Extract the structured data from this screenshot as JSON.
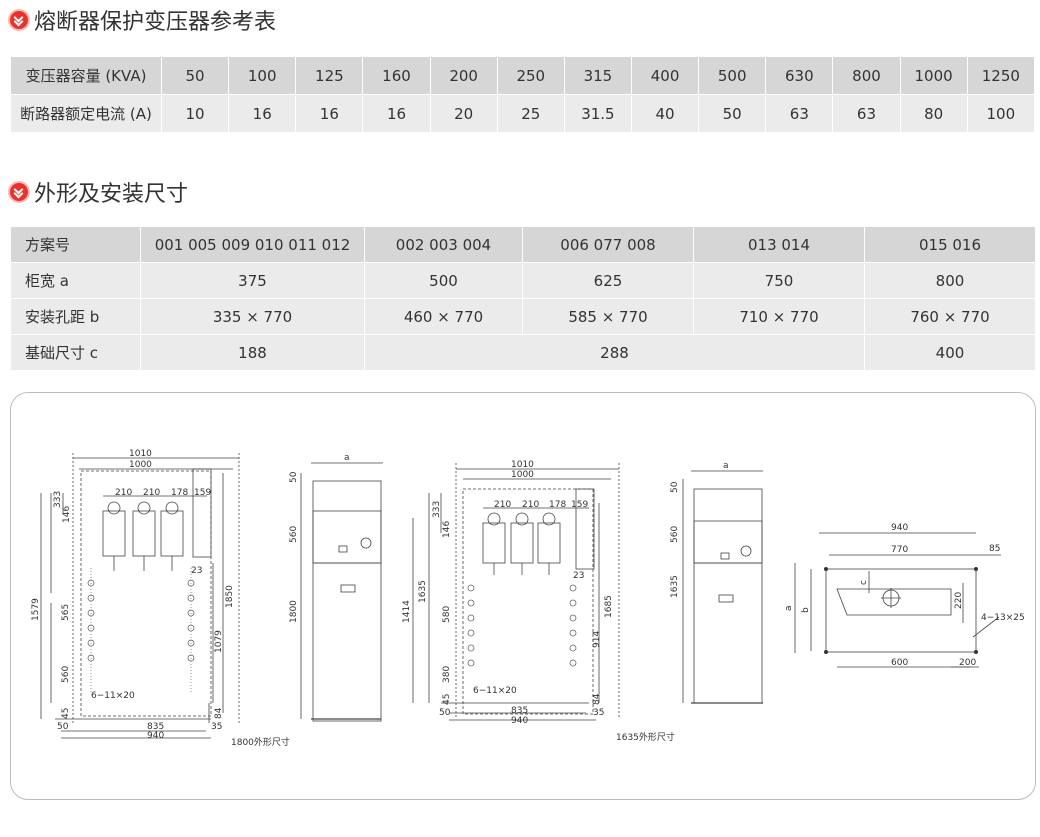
{
  "section1": {
    "title": "熔断器保护变压器参考表"
  },
  "table1": {
    "header_label": "变压器容量 (KVA)",
    "row_label": "断路器额定电流 (A)",
    "capacities": [
      "50",
      "100",
      "125",
      "160",
      "200",
      "250",
      "315",
      "400",
      "500",
      "630",
      "800",
      "1000",
      "1250"
    ],
    "currents": [
      "10",
      "16",
      "16",
      "16",
      "20",
      "25",
      "31.5",
      "40",
      "50",
      "63",
      "63",
      "80",
      "100"
    ]
  },
  "section2": {
    "title": "外形及安装尺寸"
  },
  "table2": {
    "header_label": "方案号",
    "columns": [
      "001 005 009 010 011 012",
      "002 003 004",
      "006 077 008",
      "013 014",
      "015 016"
    ],
    "width_label": "柜宽 a",
    "widths": [
      "375",
      "500",
      "625",
      "750",
      "800"
    ],
    "hole_label": "安装孔距 b",
    "holes": [
      "335 × 770",
      "460 × 770",
      "585 × 770",
      "710 × 770",
      "760 × 770"
    ],
    "base_label": "基础尺寸 c",
    "base_values": [
      "188",
      "288",
      "400"
    ]
  },
  "drawings": {
    "caption_1800": "1800外形尺寸",
    "caption_1635": "1635外形尺寸",
    "d1": {
      "w1010": "1010",
      "w1000": "1000",
      "s210a": "210",
      "s210b": "210",
      "s178": "178",
      "s159": "159",
      "h333": "333",
      "h146": "146",
      "h1579": "1579",
      "h565": "565",
      "h560": "560",
      "h45": "45",
      "h50": "50",
      "w835": "835",
      "w940": "940",
      "h1850": "1850",
      "h1079": "1079",
      "h84": "84",
      "h35": "35",
      "h23": "23",
      "holes": "6−11×20"
    },
    "f1": {
      "a": "a",
      "h50": "50",
      "h560": "560",
      "h1800": "1800"
    },
    "d2": {
      "w1010": "1010",
      "w1000": "1000",
      "s210a": "210",
      "s210b": "210",
      "s178": "178",
      "s159": "159",
      "h333": "333",
      "h146": "146",
      "h1414": "1414",
      "h1635": "1635",
      "h580": "580",
      "h380": "380",
      "h45": "45",
      "h50": "50",
      "w835": "835",
      "w940": "940",
      "h1685": "1685",
      "h914": "914",
      "h84": "84",
      "h35": "35",
      "h23": "23",
      "holes": "6−11×20"
    },
    "f2": {
      "a": "a",
      "h50": "50",
      "h560": "560",
      "h1635": "1635"
    },
    "plan": {
      "w940": "940",
      "w770": "770",
      "w85": "85",
      "a": "a",
      "b": "b",
      "c": "c",
      "h220": "220",
      "w600": "600",
      "w200": "200",
      "holes": "4−13×25"
    }
  }
}
